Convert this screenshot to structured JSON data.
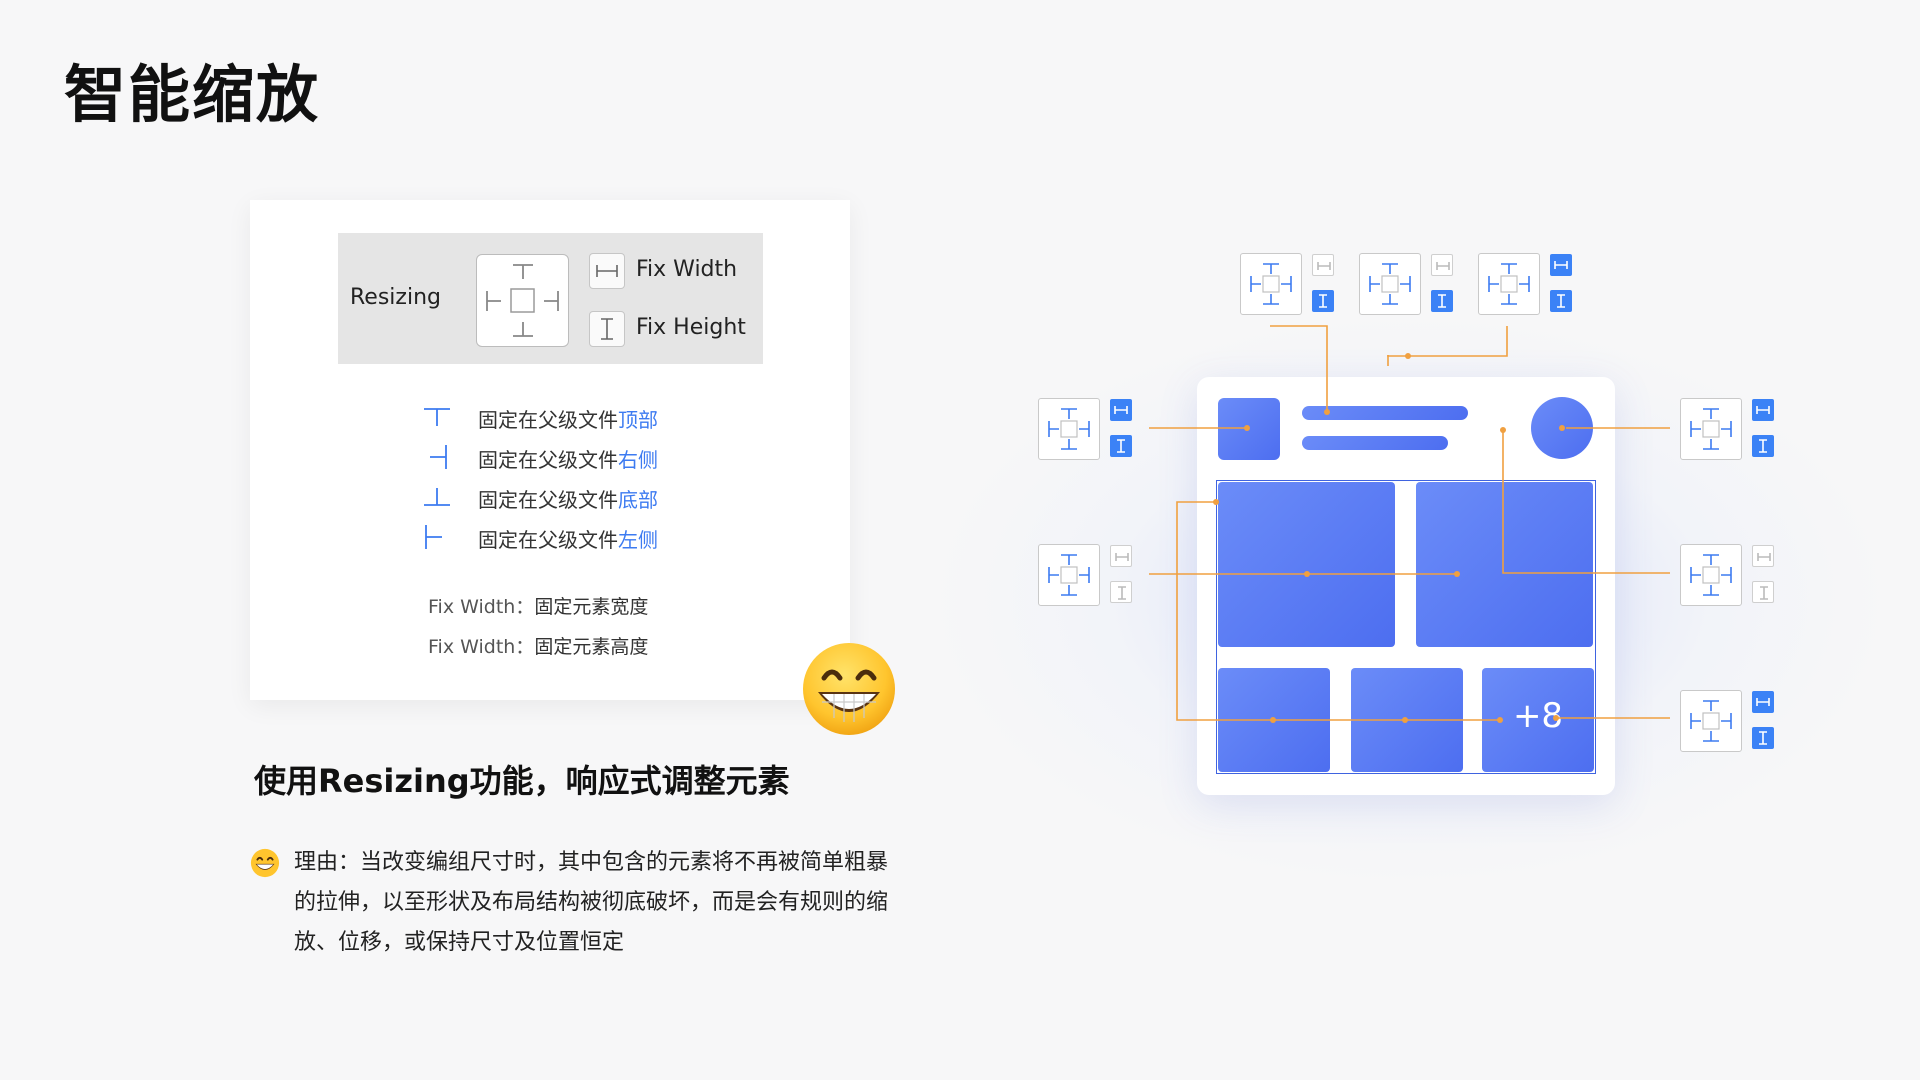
{
  "title": "智能缩放",
  "card": {
    "resizing_label": "Resizing",
    "fix_width_label": "Fix Width",
    "fix_height_label": "Fix Height",
    "pins": [
      {
        "prefix": "固定在父级文件",
        "highlight": "顶部"
      },
      {
        "prefix": "固定在父级文件",
        "highlight": "右侧"
      },
      {
        "prefix": "固定在父级文件",
        "highlight": "底部"
      },
      {
        "prefix": "固定在父级文件",
        "highlight": "左侧"
      }
    ],
    "fix_notes": [
      {
        "term": "Fix Width：",
        "desc": "固定元素宽度"
      },
      {
        "term": "Fix Width：",
        "desc": "固定元素高度"
      }
    ]
  },
  "subheading": "使用Resizing功能，响应式调整元素",
  "reason": "理由：当改变编组尺寸时，其中包含的元素将不再被简单粗暴的拉伸，以至形状及布局结构被彻底破坏，而是会有规则的缩放、位移，或保持尺寸及位置恒定",
  "illustration": {
    "more_count": "+8"
  },
  "colors": {
    "accent_blue": "#3b82f6",
    "highlight_text": "#3d7bf1",
    "tile_gradient_start": "#6b8cf8",
    "tile_gradient_end": "#4d6ef0",
    "connector_orange": "#f0a040"
  },
  "icons": [
    "anchor-pin-icon",
    "fix-width-icon",
    "fix-height-icon",
    "pin-top-icon",
    "pin-right-icon",
    "pin-bottom-icon",
    "pin-left-icon",
    "grinning-face-icon"
  ]
}
